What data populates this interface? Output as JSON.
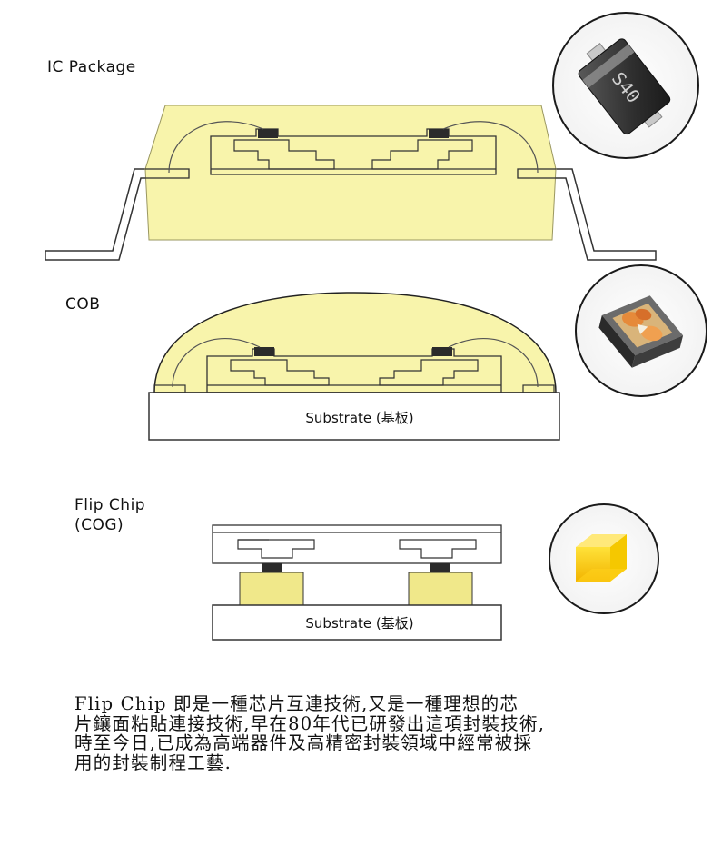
{
  "sections": {
    "ic_package": {
      "title": "IC Package"
    },
    "cob": {
      "title": "COB",
      "substrate_label": "Substrate (基板)"
    },
    "flip_chip": {
      "title_line1": "Flip Chip",
      "title_line2": "(COG)",
      "substrate_label": "Substrate (基板)"
    }
  },
  "photos": {
    "ic_package": {
      "marking": "S40",
      "subject": "SMD diode package"
    },
    "cob": {
      "subject": "LED chip on board"
    },
    "flip_chip": {
      "subject": "yellow die cube"
    }
  },
  "colors": {
    "encapsulant": "#f7f3a2",
    "bump": "#f0e88a",
    "pad": "#2b2b2b",
    "outline": "#333333"
  },
  "description": {
    "line1": "Flip Chip 即是一種芯片互連技術,又是一種理想的芯",
    "line2": "片鑲面粘貼連接技術,早在80年代已研發出這項封裝技術,",
    "line3": "時至今日,已成為高端器件及高精密封裝領域中經常被採",
    "line4": "用的封裝制程工藝."
  }
}
